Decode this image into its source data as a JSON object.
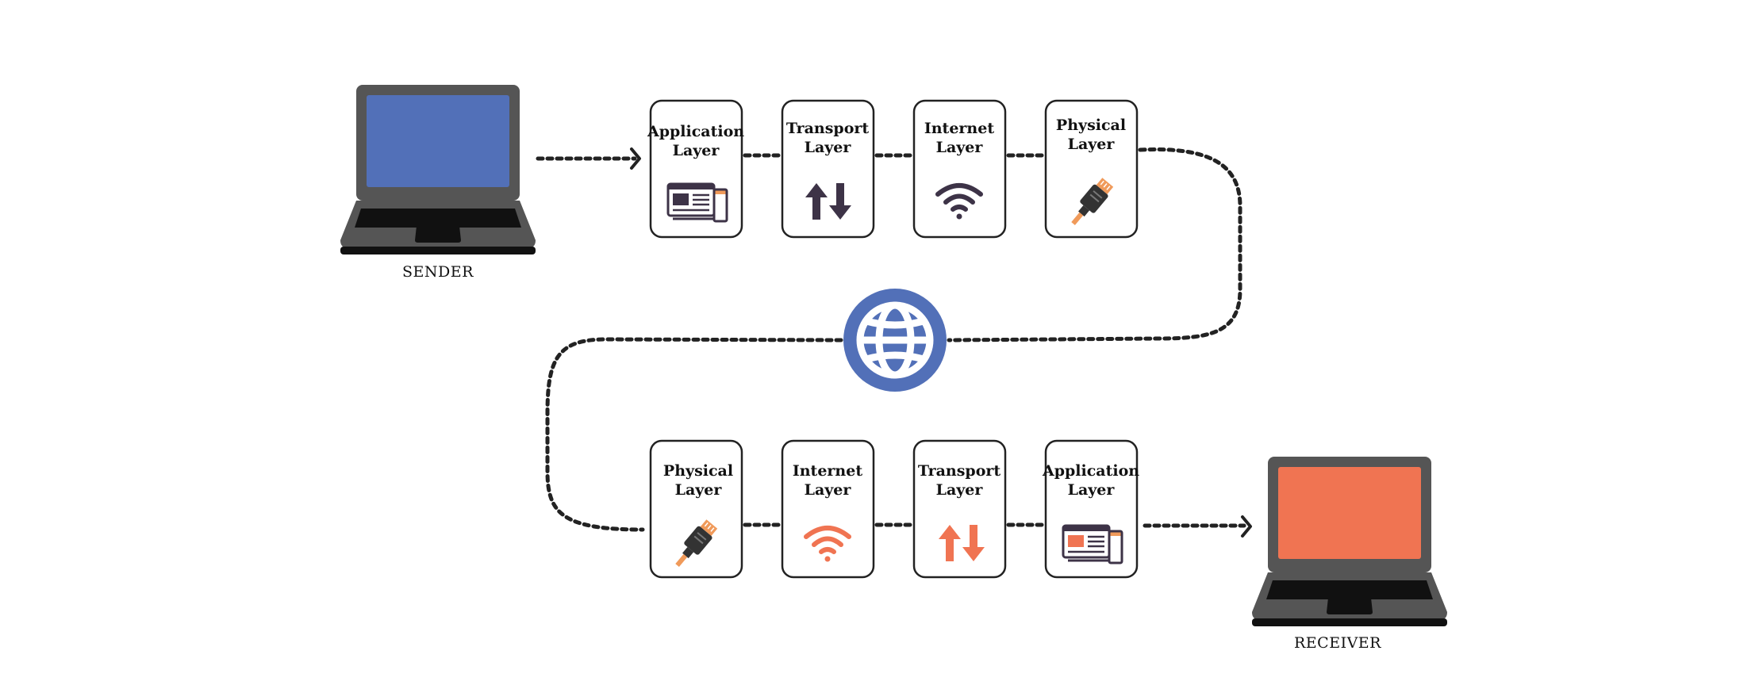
{
  "sender": {
    "label": "SENDER",
    "screen_color": "#5270b8"
  },
  "receiver": {
    "label": "RECEIVER",
    "screen_color": "#f07452"
  },
  "top_row": [
    {
      "line1": "Application",
      "line2": "Layer",
      "icon": "browser-window-icon"
    },
    {
      "line1": "Transport",
      "line2": "Layer",
      "icon": "up-down-arrows-icon"
    },
    {
      "line1": "Internet",
      "line2": "Layer",
      "icon": "wifi-icon"
    },
    {
      "line1": "Physical",
      "line2": "Layer",
      "icon": "ethernet-cable-icon"
    }
  ],
  "bottom_row": [
    {
      "line1": "Physical",
      "line2": "Layer",
      "icon": "ethernet-cable-icon"
    },
    {
      "line1": "Internet",
      "line2": "Layer",
      "icon": "wifi-icon"
    },
    {
      "line1": "Transport",
      "line2": "Layer",
      "icon": "up-down-arrows-icon"
    },
    {
      "line1": "Application",
      "line2": "Layer",
      "icon": "browser-window-icon"
    }
  ],
  "globe": {
    "icon": "globe-icon",
    "color": "#5270b8"
  },
  "colors": {
    "laptop_body": "#555555",
    "keyboard": "#111111",
    "top_icon": "#3d3347",
    "bottom_icon": "#f07452",
    "accent": "#f09a5a"
  }
}
